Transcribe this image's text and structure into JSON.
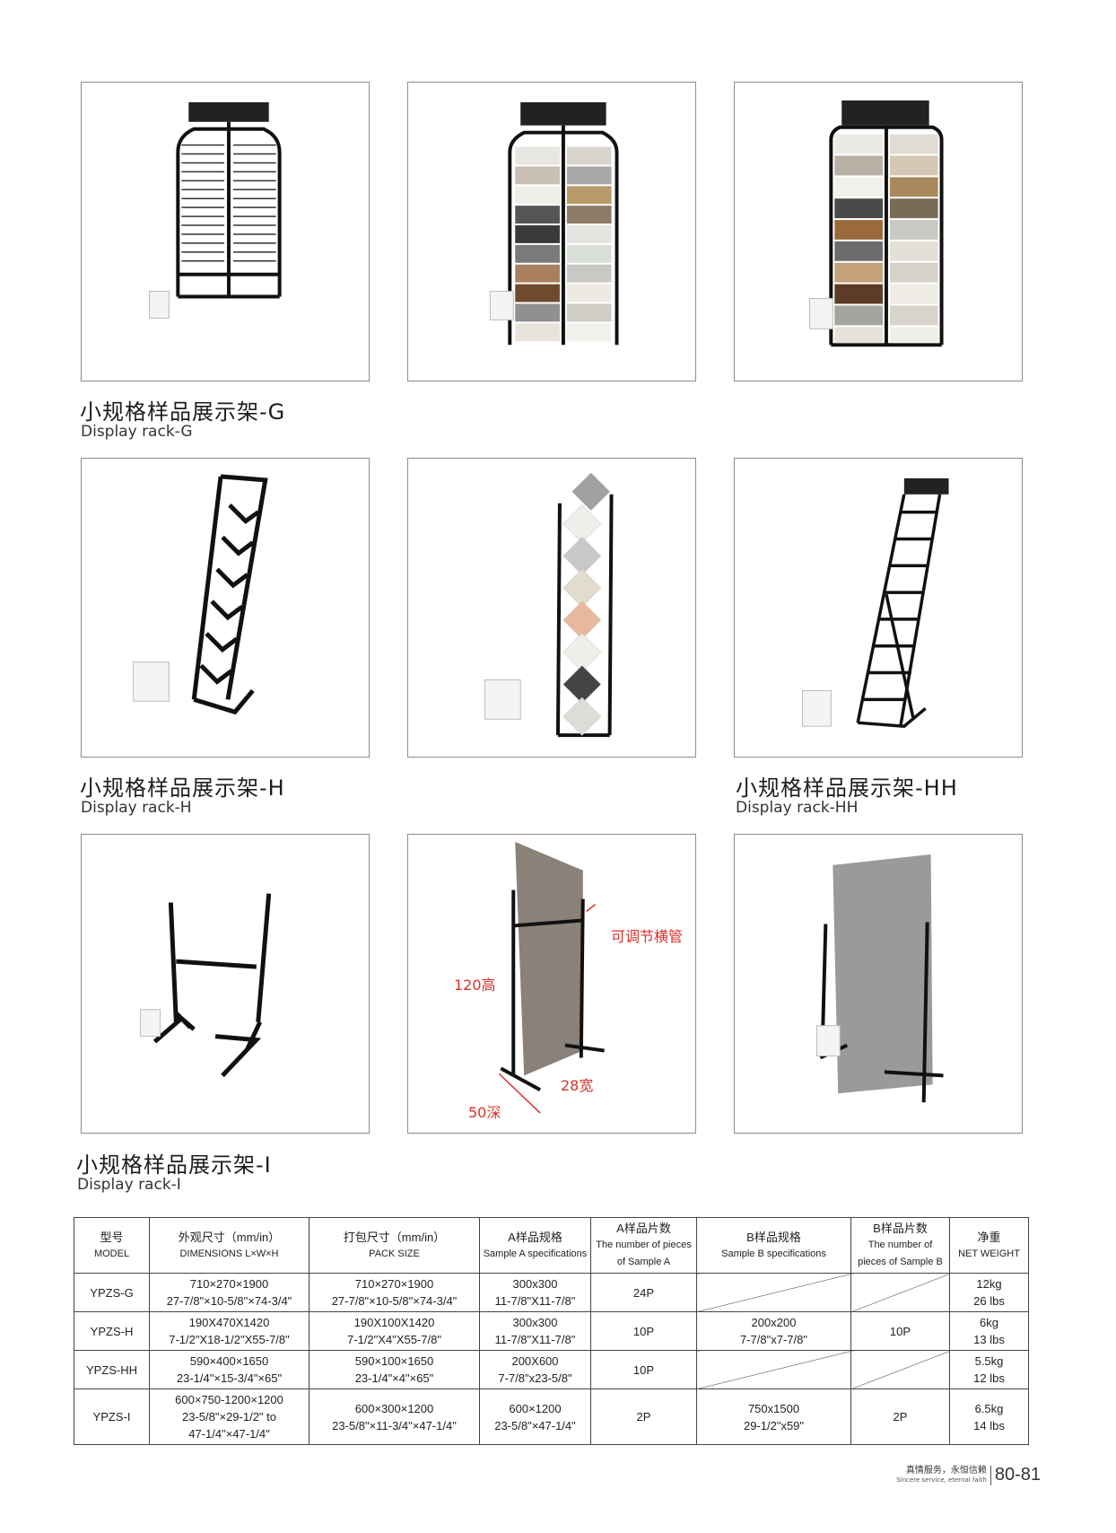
{
  "sections": {
    "g": {
      "title_cn": "小规格样品展示架-G",
      "title_en": "Display rack-G"
    },
    "h": {
      "title_cn": "小规格样品展示架-H",
      "title_en": "Display rack-H"
    },
    "hh": {
      "title_cn": "小规格样品展示架-HH",
      "title_en": "Display rack-HH"
    },
    "i": {
      "title_cn": "小规格样品展示架-I",
      "title_en": "Display rack-I"
    }
  },
  "annotations": {
    "adjustable_bar": "可调节横管",
    "height": "120高",
    "width": "28宽",
    "depth": "50深"
  },
  "table": {
    "headers": [
      {
        "cn": "型号",
        "en": "MODEL"
      },
      {
        "cn": "外观尺寸（mm/in）",
        "en": "DIMENSIONS  L×W×H"
      },
      {
        "cn": "打包尺寸（mm/in）",
        "en": "PACK SIZE"
      },
      {
        "cn": "A样品规格",
        "en": "Sample A specifications"
      },
      {
        "cn": "A样品片数",
        "en": "The number of pieces of Sample A"
      },
      {
        "cn": "B样品规格",
        "en": "Sample B specifications"
      },
      {
        "cn": "B样品片数",
        "en": "The number of pieces of Sample B"
      },
      {
        "cn": "净重",
        "en": "NET WEIGHT"
      }
    ],
    "rows": [
      {
        "model": "YPZS-G",
        "dim": [
          "710×270×1900",
          "27-7/8\"×10-5/8\"×74-3/4\""
        ],
        "pack": [
          "710×270×1900",
          "27-7/8\"×10-5/8\"×74-3/4\""
        ],
        "a_spec": [
          "300x300",
          "11-7/8\"X11-7/8\""
        ],
        "a_pcs": "24P",
        "b_spec": [],
        "b_pcs": "",
        "weight": [
          "12kg",
          "26 lbs"
        ]
      },
      {
        "model": "YPZS-H",
        "dim": [
          "190X470X1420",
          "7-1/2\"X18-1/2\"X55-7/8\""
        ],
        "pack": [
          "190X100X1420",
          "7-1/2\"X4\"X55-7/8\""
        ],
        "a_spec": [
          "300x300",
          "11-7/8\"X11-7/8\""
        ],
        "a_pcs": "10P",
        "b_spec": [
          "200x200",
          "7-7/8\"x7-7/8\""
        ],
        "b_pcs": "10P",
        "weight": [
          "6kg",
          "13 lbs"
        ]
      },
      {
        "model": "YPZS-HH",
        "dim": [
          "590×400×1650",
          "23-1/4\"×15-3/4\"×65\""
        ],
        "pack": [
          "590×100×1650",
          "23-1/4\"×4\"×65\""
        ],
        "a_spec": [
          "200X600",
          "7-7/8\"x23-5/8\""
        ],
        "a_pcs": "10P",
        "b_spec": [],
        "b_pcs": "",
        "weight": [
          "5.5kg",
          "12 lbs"
        ]
      },
      {
        "model": "YPZS-I",
        "dim": [
          "600×750-1200×1200",
          "23-5/8\"×29-1/2\" to",
          "47-1/4\"×47-1/4\""
        ],
        "pack": [
          "600×300×1200",
          "23-5/8\"×11-3/4\"×47-1/4\""
        ],
        "a_spec": [
          "600×1200",
          "23-5/8\"×47-1/4\""
        ],
        "a_pcs": "2P",
        "b_spec": [
          "750x1500",
          "29-1/2\"x59\""
        ],
        "b_pcs": "2P",
        "weight": [
          "6.5kg",
          "14 lbs"
        ]
      }
    ]
  },
  "footer": {
    "slogan_cn": "真情服务，永恒信赖",
    "slogan_en": "Sincere service, eternal faith",
    "pages": "80-81"
  }
}
